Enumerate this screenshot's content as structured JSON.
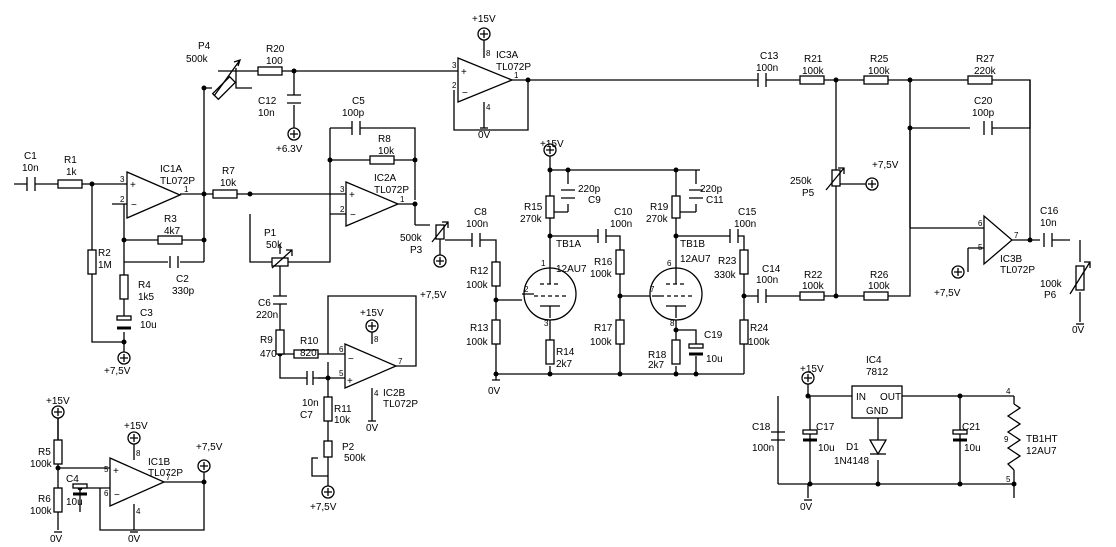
{
  "components": {
    "C1": {
      "ref": "C1",
      "value": "10n"
    },
    "C2": {
      "ref": "C2",
      "value": "330p"
    },
    "C3": {
      "ref": "C3",
      "value": "10u"
    },
    "C4": {
      "ref": "C4",
      "value": "10u"
    },
    "C5": {
      "ref": "C5",
      "value": "100p"
    },
    "C6": {
      "ref": "C6",
      "value": "220n"
    },
    "C7": {
      "ref": "C7",
      "value": "10n"
    },
    "C8": {
      "ref": "C8",
      "value": "100n"
    },
    "C9": {
      "ref": "C9",
      "value": "220p"
    },
    "C10": {
      "ref": "C10",
      "value": "100n"
    },
    "C11": {
      "ref": "C11",
      "value": "220p"
    },
    "C12": {
      "ref": "C12",
      "value": "10n"
    },
    "C13": {
      "ref": "C13",
      "value": "100n"
    },
    "C14": {
      "ref": "C14",
      "value": "100n"
    },
    "C15": {
      "ref": "C15",
      "value": "100n"
    },
    "C16": {
      "ref": "C16",
      "value": "10n"
    },
    "C17": {
      "ref": "C17",
      "value": "10u"
    },
    "C18": {
      "ref": "C18",
      "value": "100n"
    },
    "C19": {
      "ref": "C19",
      "value": "10u"
    },
    "C20": {
      "ref": "C20",
      "value": "100p"
    },
    "C21": {
      "ref": "C21",
      "value": "10u"
    },
    "R1": {
      "ref": "R1",
      "value": "1k"
    },
    "R2": {
      "ref": "R2",
      "value": "1M"
    },
    "R3": {
      "ref": "R3",
      "value": "4k7"
    },
    "R4": {
      "ref": "R4",
      "value": "1k5"
    },
    "R5": {
      "ref": "R5",
      "value": "100k"
    },
    "R6": {
      "ref": "R6",
      "value": "100k"
    },
    "R7": {
      "ref": "R7",
      "value": "10k"
    },
    "R8": {
      "ref": "R8",
      "value": "10k"
    },
    "R9": {
      "ref": "R9",
      "value": "470"
    },
    "R10": {
      "ref": "R10",
      "value": "820"
    },
    "R11": {
      "ref": "R11",
      "value": "10k"
    },
    "R12": {
      "ref": "R12",
      "value": "100k"
    },
    "R13": {
      "ref": "R13",
      "value": "100k"
    },
    "R14": {
      "ref": "R14",
      "value": "2k7"
    },
    "R15": {
      "ref": "R15",
      "value": "270k"
    },
    "R16": {
      "ref": "R16",
      "value": "100k"
    },
    "R17": {
      "ref": "R17",
      "value": "100k"
    },
    "R18": {
      "ref": "R18",
      "value": "2k7"
    },
    "R19": {
      "ref": "R19",
      "value": "270k"
    },
    "R20": {
      "ref": "R20",
      "value": "100"
    },
    "R21": {
      "ref": "R21",
      "value": "100k"
    },
    "R22": {
      "ref": "R22",
      "value": "100k"
    },
    "R23": {
      "ref": "R23",
      "value": "330k"
    },
    "R24": {
      "ref": "R24",
      "value": "100k"
    },
    "R25": {
      "ref": "R25",
      "value": "100k"
    },
    "R26": {
      "ref": "R26",
      "value": "100k"
    },
    "R27": {
      "ref": "R27",
      "value": "220k"
    },
    "P1": {
      "ref": "P1",
      "value": "50k"
    },
    "P2": {
      "ref": "P2",
      "value": "500k"
    },
    "P3": {
      "ref": "P3",
      "value": "500k"
    },
    "P4": {
      "ref": "P4",
      "value": "500k"
    },
    "P5": {
      "ref": "P5",
      "value": "250k"
    },
    "P6": {
      "ref": "P6",
      "value": "100k"
    },
    "IC1A": {
      "ref": "IC1A",
      "value": "TL072P"
    },
    "IC1B": {
      "ref": "IC1B",
      "value": "TL072P"
    },
    "IC2A": {
      "ref": "IC2A",
      "value": "TL072P"
    },
    "IC2B": {
      "ref": "IC2B",
      "value": "TL072P"
    },
    "IC3A": {
      "ref": "IC3A",
      "value": "TL072P"
    },
    "IC3B": {
      "ref": "IC3B",
      "value": "TL072P"
    },
    "IC4": {
      "ref": "IC4",
      "value": "7812"
    },
    "D1": {
      "ref": "D1",
      "value": "1N4148"
    },
    "TB1A": {
      "ref": "TB1A",
      "value": "12AU7"
    },
    "TB1B": {
      "ref": "TB1B",
      "value": "12AU7"
    },
    "TB1HT": {
      "ref": "TB1HT",
      "value": "12AU7"
    }
  },
  "rails": {
    "p15": "+15V",
    "p75": "+7,5V",
    "p63": "+6.3V",
    "gnd": "0V"
  },
  "regulator_pins": {
    "in": "IN",
    "out": "OUT",
    "gnd": "GND"
  },
  "heater_pins": {
    "p4": "4",
    "p9": "9",
    "p5": "5"
  },
  "opamp_pins": {
    "p1": "1",
    "p2": "2",
    "p3": "3",
    "p4": "4",
    "p5": "5",
    "p6": "6",
    "p7": "7",
    "p8": "8"
  },
  "tube_pins": {
    "p1": "1",
    "p2": "2",
    "p3": "3",
    "p6": "6",
    "p7": "7",
    "p8": "8"
  }
}
